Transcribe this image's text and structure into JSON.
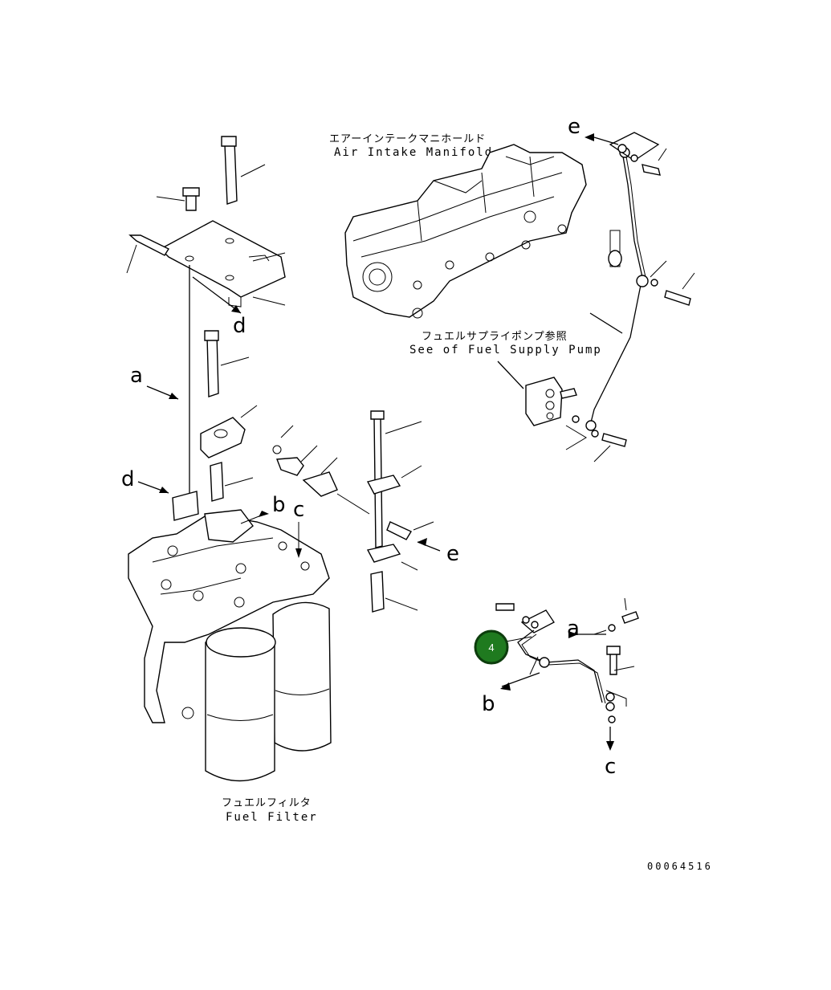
{
  "labels": {
    "manifold_jp": "エアーインテークマニホールド",
    "manifold_en": "Air Intake Manifold",
    "pump_jp": "フュエルサプライポンプ参照",
    "pump_en": "See of Fuel Supply Pump",
    "filter_jp": "フュエルフィルタ",
    "filter_en": "Fuel Filter"
  },
  "refs": {
    "a1": "a",
    "a2": "a",
    "b1": "b",
    "b2": "b",
    "c1": "c",
    "c2": "c",
    "d1": "d",
    "d2": "d",
    "e1": "e",
    "e2": "e"
  },
  "callout": {
    "number": "4",
    "color": "#1f7a1f"
  },
  "drawing_code": "00064516"
}
